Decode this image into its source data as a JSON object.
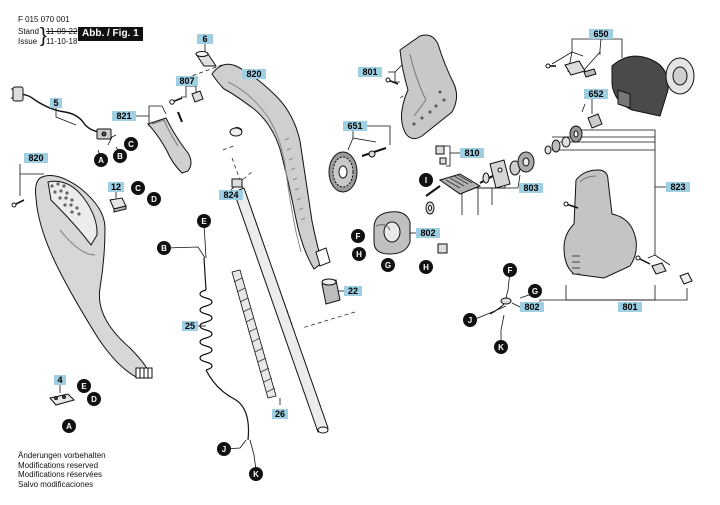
{
  "header": {
    "doc_number": "F 015 070 001",
    "stand_label": "Stand",
    "stand_date": "11-09-22",
    "issue_label": "Issue",
    "issue_date": "11-10-18",
    "figure_label": "Abb. / Fig. 1"
  },
  "footer": {
    "lines": [
      "Änderungen vorbehalten",
      "Modifications reserved",
      "Modifications réservées",
      "Salvo modificaciones"
    ]
  },
  "part_labels": [
    {
      "id": "p6",
      "text": "6"
    },
    {
      "id": "p807",
      "text": "807"
    },
    {
      "id": "p820top",
      "text": "820"
    },
    {
      "id": "p801top",
      "text": "801"
    },
    {
      "id": "p650",
      "text": "650"
    },
    {
      "id": "p5",
      "text": "5"
    },
    {
      "id": "p821",
      "text": "821"
    },
    {
      "id": "p651",
      "text": "651"
    },
    {
      "id": "p652",
      "text": "652"
    },
    {
      "id": "p810",
      "text": "810"
    },
    {
      "id": "p820left",
      "text": "820"
    },
    {
      "id": "p12",
      "text": "12"
    },
    {
      "id": "p824",
      "text": "824"
    },
    {
      "id": "p803",
      "text": "803"
    },
    {
      "id": "p823",
      "text": "823"
    },
    {
      "id": "p802a",
      "text": "802"
    },
    {
      "id": "p22",
      "text": "22"
    },
    {
      "id": "p25",
      "text": "25"
    },
    {
      "id": "p802b",
      "text": "802"
    },
    {
      "id": "p801bot",
      "text": "801"
    },
    {
      "id": "p4",
      "text": "4"
    },
    {
      "id": "p26",
      "text": "26"
    }
  ],
  "connector_labels": [
    {
      "id": "cA1",
      "text": "A"
    },
    {
      "id": "cB1",
      "text": "B"
    },
    {
      "id": "cC1",
      "text": "C"
    },
    {
      "id": "cC2",
      "text": "C"
    },
    {
      "id": "cD1",
      "text": "D"
    },
    {
      "id": "cE1",
      "text": "E"
    },
    {
      "id": "cB2",
      "text": "B"
    },
    {
      "id": "cI1",
      "text": "I"
    },
    {
      "id": "cF1",
      "text": "F"
    },
    {
      "id": "cH1",
      "text": "H"
    },
    {
      "id": "cG1",
      "text": "G"
    },
    {
      "id": "cH2",
      "text": "H"
    },
    {
      "id": "cF2",
      "text": "F"
    },
    {
      "id": "cG2",
      "text": "G"
    },
    {
      "id": "cJ1",
      "text": "J"
    },
    {
      "id": "cK1",
      "text": "K"
    },
    {
      "id": "cE2",
      "text": "E"
    },
    {
      "id": "cD2",
      "text": "D"
    },
    {
      "id": "cA2",
      "text": "A"
    },
    {
      "id": "cJ2",
      "text": "J"
    },
    {
      "id": "cK2",
      "text": "K"
    }
  ]
}
